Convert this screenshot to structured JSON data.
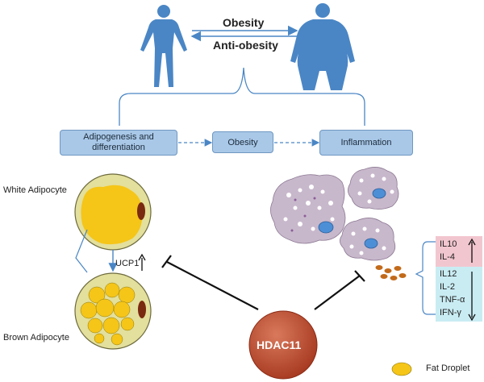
{
  "header": {
    "obesity_label": "Obesity",
    "anti_obesity_label": "Anti-obesity"
  },
  "boxes": {
    "adipogenesis_line1": "Adipogenesis and",
    "adipogenesis_line2": "differentiation",
    "obesity": "Obesity",
    "inflammation": "Inflammation"
  },
  "cells": {
    "white_adipocyte": "White Adipocyte",
    "brown_adipocyte": "Brown Adipocyte",
    "ucp1": "UCP1"
  },
  "center": {
    "hdac11": "HDAC11"
  },
  "cytokines": {
    "up": [
      "IL10",
      "IL-4"
    ],
    "down": [
      "IL12",
      "IL-2",
      "TNF-α",
      "IFN-γ"
    ]
  },
  "legend": {
    "fat_droplet": "Fat Droplet"
  },
  "colors": {
    "figure_blue": "#4a86c5",
    "box_fill": "#a9c8e8",
    "cell_fill": "#e3df9c",
    "fat_fill": "#f5c518",
    "macrophage_fill": "#c8b8cc",
    "nucleus_fill": "#4d8fd6",
    "hdac_fill": "#b8452a",
    "pink_panel": "#f2c6cf",
    "cyan_panel": "#c9ecf3"
  }
}
